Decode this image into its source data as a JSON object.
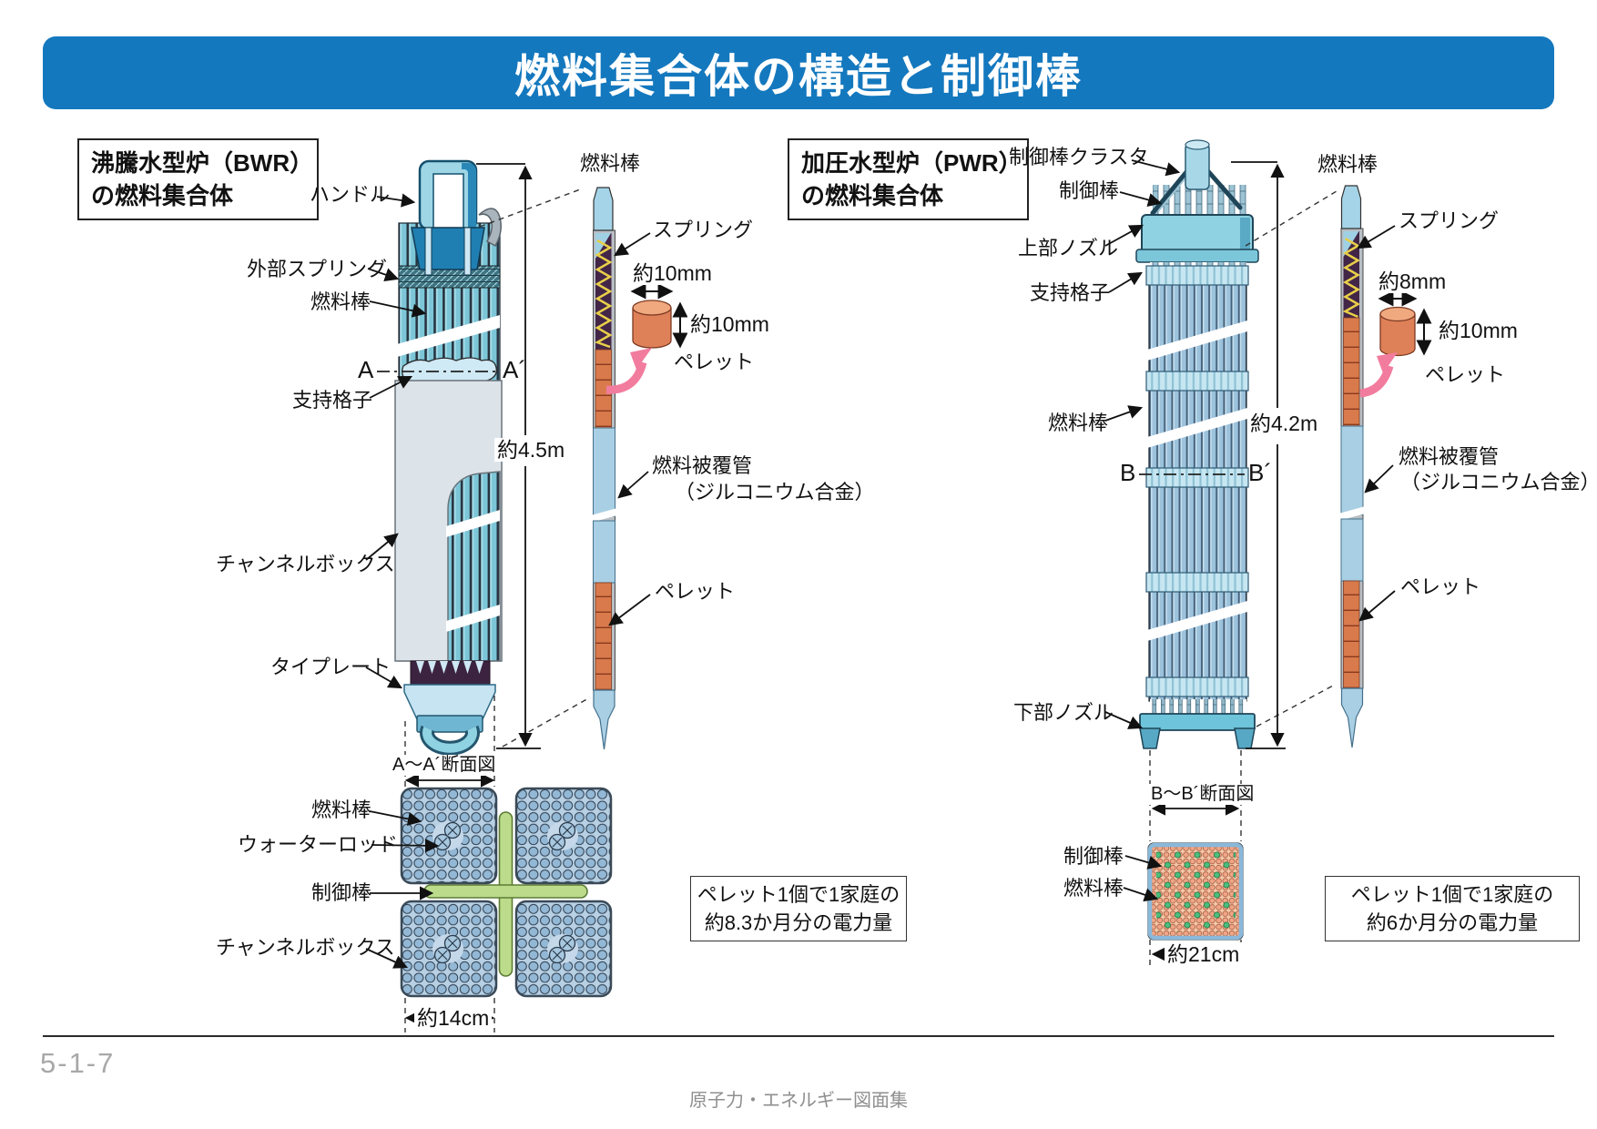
{
  "title": "燃料集合体の構造と制御棒",
  "colors": {
    "title_bar": "#1478be",
    "bwr_fuel_rod_teal": "#7cc6d8",
    "pwr_fuel_rod_blue": "#9cc2dc",
    "pellet_orange": "#de8058",
    "cladding_blue": "#a9cfe4",
    "spring_yellow": "#e8cf4a",
    "control_cross_green": "#bcdc8c",
    "pwr_section_salmon": "#f6c8a8",
    "control_rod_dot_green": "#4cbe7c",
    "pink_arrow": "#f27c9e"
  },
  "bwr": {
    "heading": {
      "line1": "沸騰水型炉（BWR）",
      "line2": "の燃料集合体"
    },
    "labels": {
      "handle": "ハンドル",
      "outer_spring": "外部スプリング",
      "fuel_rod": "燃料棒",
      "section_a": "A",
      "section_a_prime": "A´",
      "support_grid": "支持格子",
      "height": "約4.5m",
      "channel_box": "チャンネルボックス",
      "tie_plate": "タイプレート"
    },
    "rod": {
      "fuel_rod": "燃料棒",
      "spring": "スプリング",
      "pellet_diameter": "約10mm",
      "pellet_height": "約10mm",
      "pellet": "ペレット",
      "cladding_line1": "燃料被覆管",
      "cladding_line2": "（ジルコニウム合金）",
      "pellet_lower": "ペレット"
    },
    "section": {
      "caption": "A～A´断面図",
      "fuel_rod": "燃料棒",
      "water_rod": "ウォーターロッド",
      "control_rod": "制御棒",
      "channel_box": "チャンネルボックス",
      "width": "約14cm"
    },
    "note": {
      "line1": "ペレット1個で1家庭の",
      "line2": "約8.3か月分の電力量"
    }
  },
  "pwr": {
    "heading": {
      "line1": "加圧水型炉（PWR）",
      "line2": "の燃料集合体"
    },
    "labels": {
      "control_rod_cluster": "制御棒クラスタ",
      "control_rod": "制御棒",
      "top_nozzle": "上部ノズル",
      "support_grid": "支持格子",
      "fuel_rod": "燃料棒",
      "section_b": "B",
      "section_b_prime": "B´",
      "height": "約4.2m",
      "bottom_nozzle": "下部ノズル"
    },
    "rod": {
      "fuel_rod": "燃料棒",
      "spring": "スプリング",
      "pellet_diameter": "約8mm",
      "pellet_height": "約10mm",
      "pellet": "ペレット",
      "cladding_line1": "燃料被覆管",
      "cladding_line2": "（ジルコニウム合金）",
      "pellet_lower": "ペレット"
    },
    "section": {
      "caption": "B～B´断面図",
      "control_rod": "制御棒",
      "fuel_rod": "燃料棒",
      "width": "約21cm"
    },
    "note": {
      "line1": "ペレット1個で1家庭の",
      "line2": "約6か月分の電力量"
    }
  },
  "footer": {
    "page_number": "5-1-7",
    "source": "原子力・エネルギー図面集"
  }
}
